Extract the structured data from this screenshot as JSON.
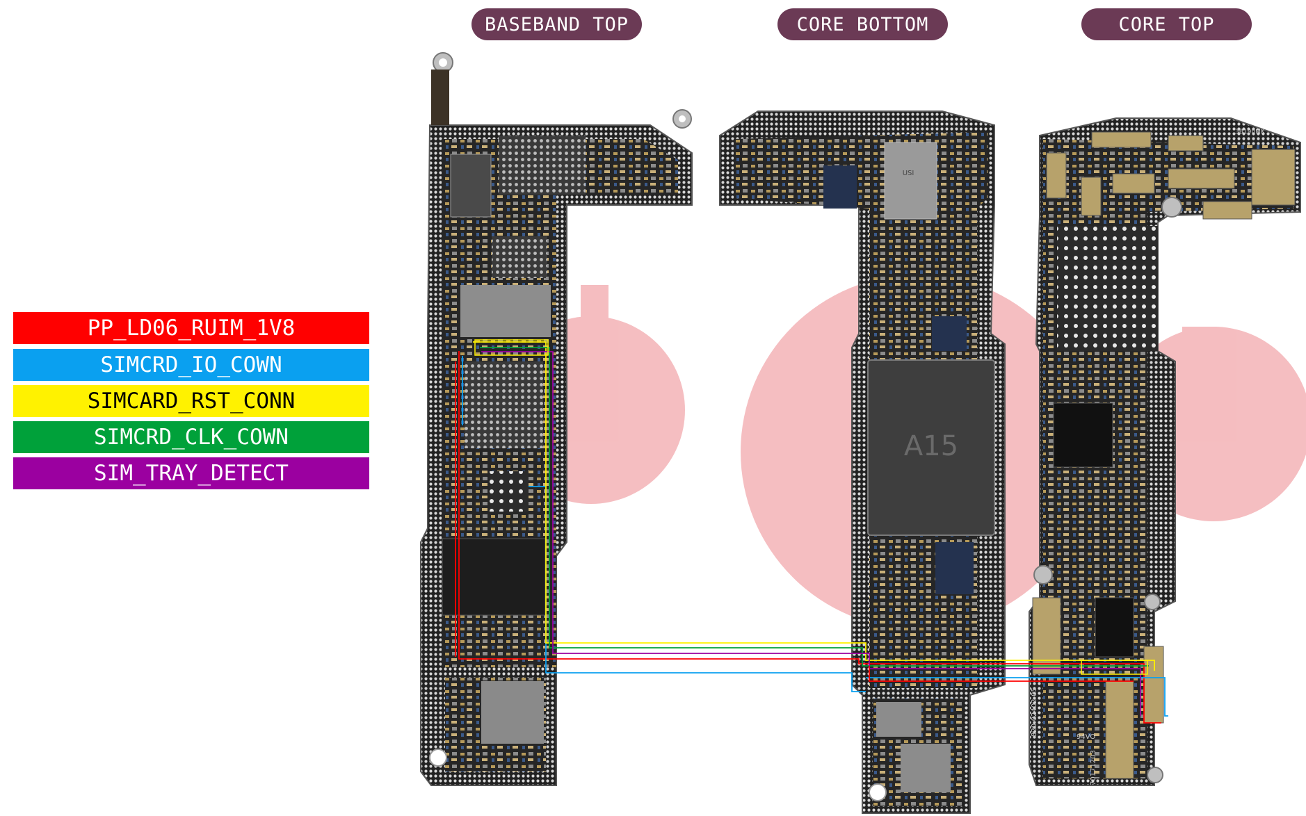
{
  "headers": {
    "baseband_top": "BASEBAND TOP",
    "core_bottom": "CORE BOTTOM",
    "core_top": "CORE TOP"
  },
  "legend": [
    {
      "label": "PP_LD06_RUIM_1V8",
      "color": "#ff0000",
      "text_color": "#ffffff"
    },
    {
      "label": "SIMCRD_IO_COWN",
      "color": "#0aa0f0",
      "text_color": "#ffffff"
    },
    {
      "label": "SIMCARD_RST_CONN",
      "color": "#fff200",
      "text_color": "#000000"
    },
    {
      "label": "SIMCRD_CLK_COWN",
      "color": "#00a13a",
      "text_color": "#ffffff"
    },
    {
      "label": "SIM_TRAY_DETECT",
      "color": "#9b00a0",
      "text_color": "#ffffff"
    }
  ],
  "chips": {
    "a15": "A15",
    "usi": "USI",
    "board_code_1": "820-02402-05",
    "board_code_2": "70171203",
    "board_code_3": "94VO",
    "board_code_4": "3B190MK"
  },
  "colors": {
    "pcb": "#2a2a2a",
    "pcb_dark": "#1a1a1a",
    "pcb_edge": "#c9c9c9",
    "watermark": "#f2a8ac",
    "header_bg": "#6b3a55"
  }
}
